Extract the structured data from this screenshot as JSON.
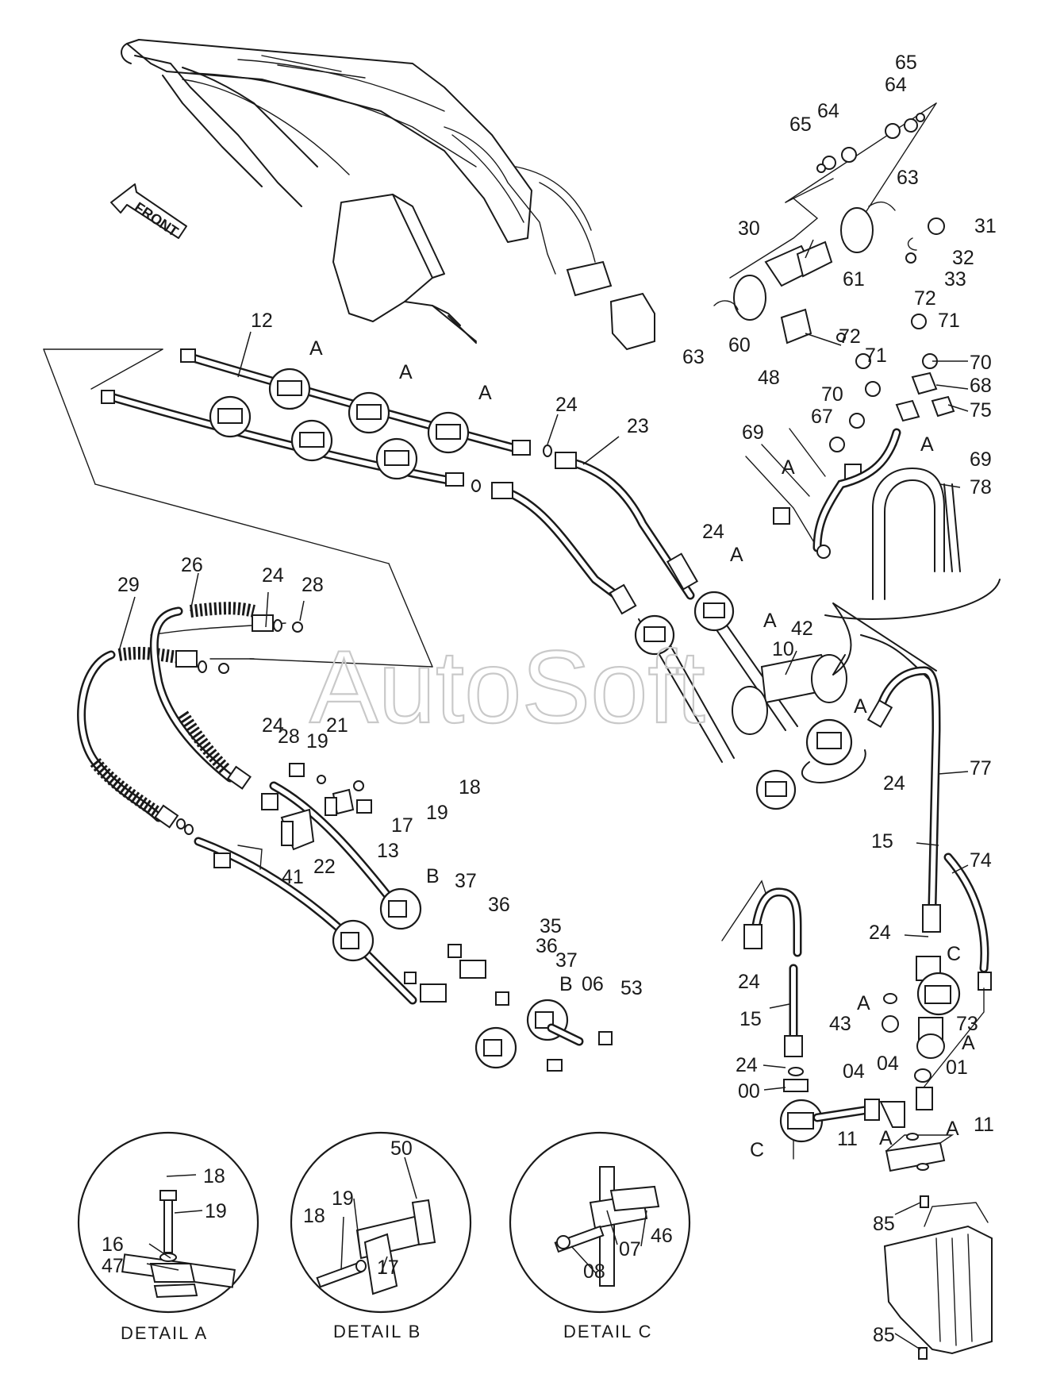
{
  "watermark": "AutoSoft",
  "front_label": "FRONT",
  "callouts": {
    "c12": "12",
    "c23": "23",
    "c24a": "24",
    "c24b": "24",
    "c24c": "24",
    "c24d": "24",
    "c24e": "24",
    "c24f": "24",
    "c24g": "24",
    "c24h": "24",
    "c26": "26",
    "c28a": "28",
    "c28b": "28",
    "c29": "29",
    "c10": "10",
    "c42": "42",
    "c13": "13",
    "c15a": "15",
    "c15b": "15",
    "c17a": "17",
    "c18a": "18",
    "c19a": "19",
    "c19b": "19",
    "c21": "21",
    "c22": "22",
    "c41": "41",
    "c35": "35",
    "c36a": "36",
    "c36b": "36",
    "c37a": "37",
    "c37b": "37",
    "c06": "06",
    "c53": "53",
    "c30": "30",
    "c31": "31",
    "c32": "32",
    "c33": "33",
    "c48": "48",
    "c60": "60",
    "c61": "61",
    "c63a": "63",
    "c63b": "63",
    "c64a": "64",
    "c64b": "64",
    "c65a": "65",
    "c65b": "65",
    "c67": "67",
    "c68": "68",
    "c69a": "69",
    "c69b": "69",
    "c70a": "70",
    "c70b": "70",
    "c71a": "71",
    "c71b": "71",
    "c72a": "72",
    "c72b": "72",
    "c73": "73",
    "c74": "74",
    "c75": "75",
    "c77": "77",
    "c78": "78",
    "c00": "00",
    "c01": "01",
    "c04a": "04",
    "c04b": "04",
    "c11a": "11",
    "c11b": "11",
    "c43": "43",
    "c85a": "85",
    "c85b": "85",
    "dA_18": "18",
    "dA_19": "19",
    "dA_16": "16",
    "dA_47": "47",
    "dB_50": "50",
    "dB_19": "19",
    "dB_18": "18",
    "dB_17": "17",
    "dC_46": "46",
    "dC_07": "07",
    "dC_08": "08"
  },
  "markers": {
    "A1": "A",
    "A2": "A",
    "A3": "A",
    "A4": "A",
    "A5": "A",
    "A6": "A",
    "A7": "A",
    "A8": "A",
    "A9": "A",
    "A10": "A",
    "A11": "A",
    "A12": "A",
    "B1": "B",
    "B2": "B",
    "C1": "C",
    "C2": "C"
  },
  "details": {
    "detail_a": "DETAIL  A",
    "detail_b": "DETAIL  B",
    "detail_c": "DETAIL  C"
  }
}
